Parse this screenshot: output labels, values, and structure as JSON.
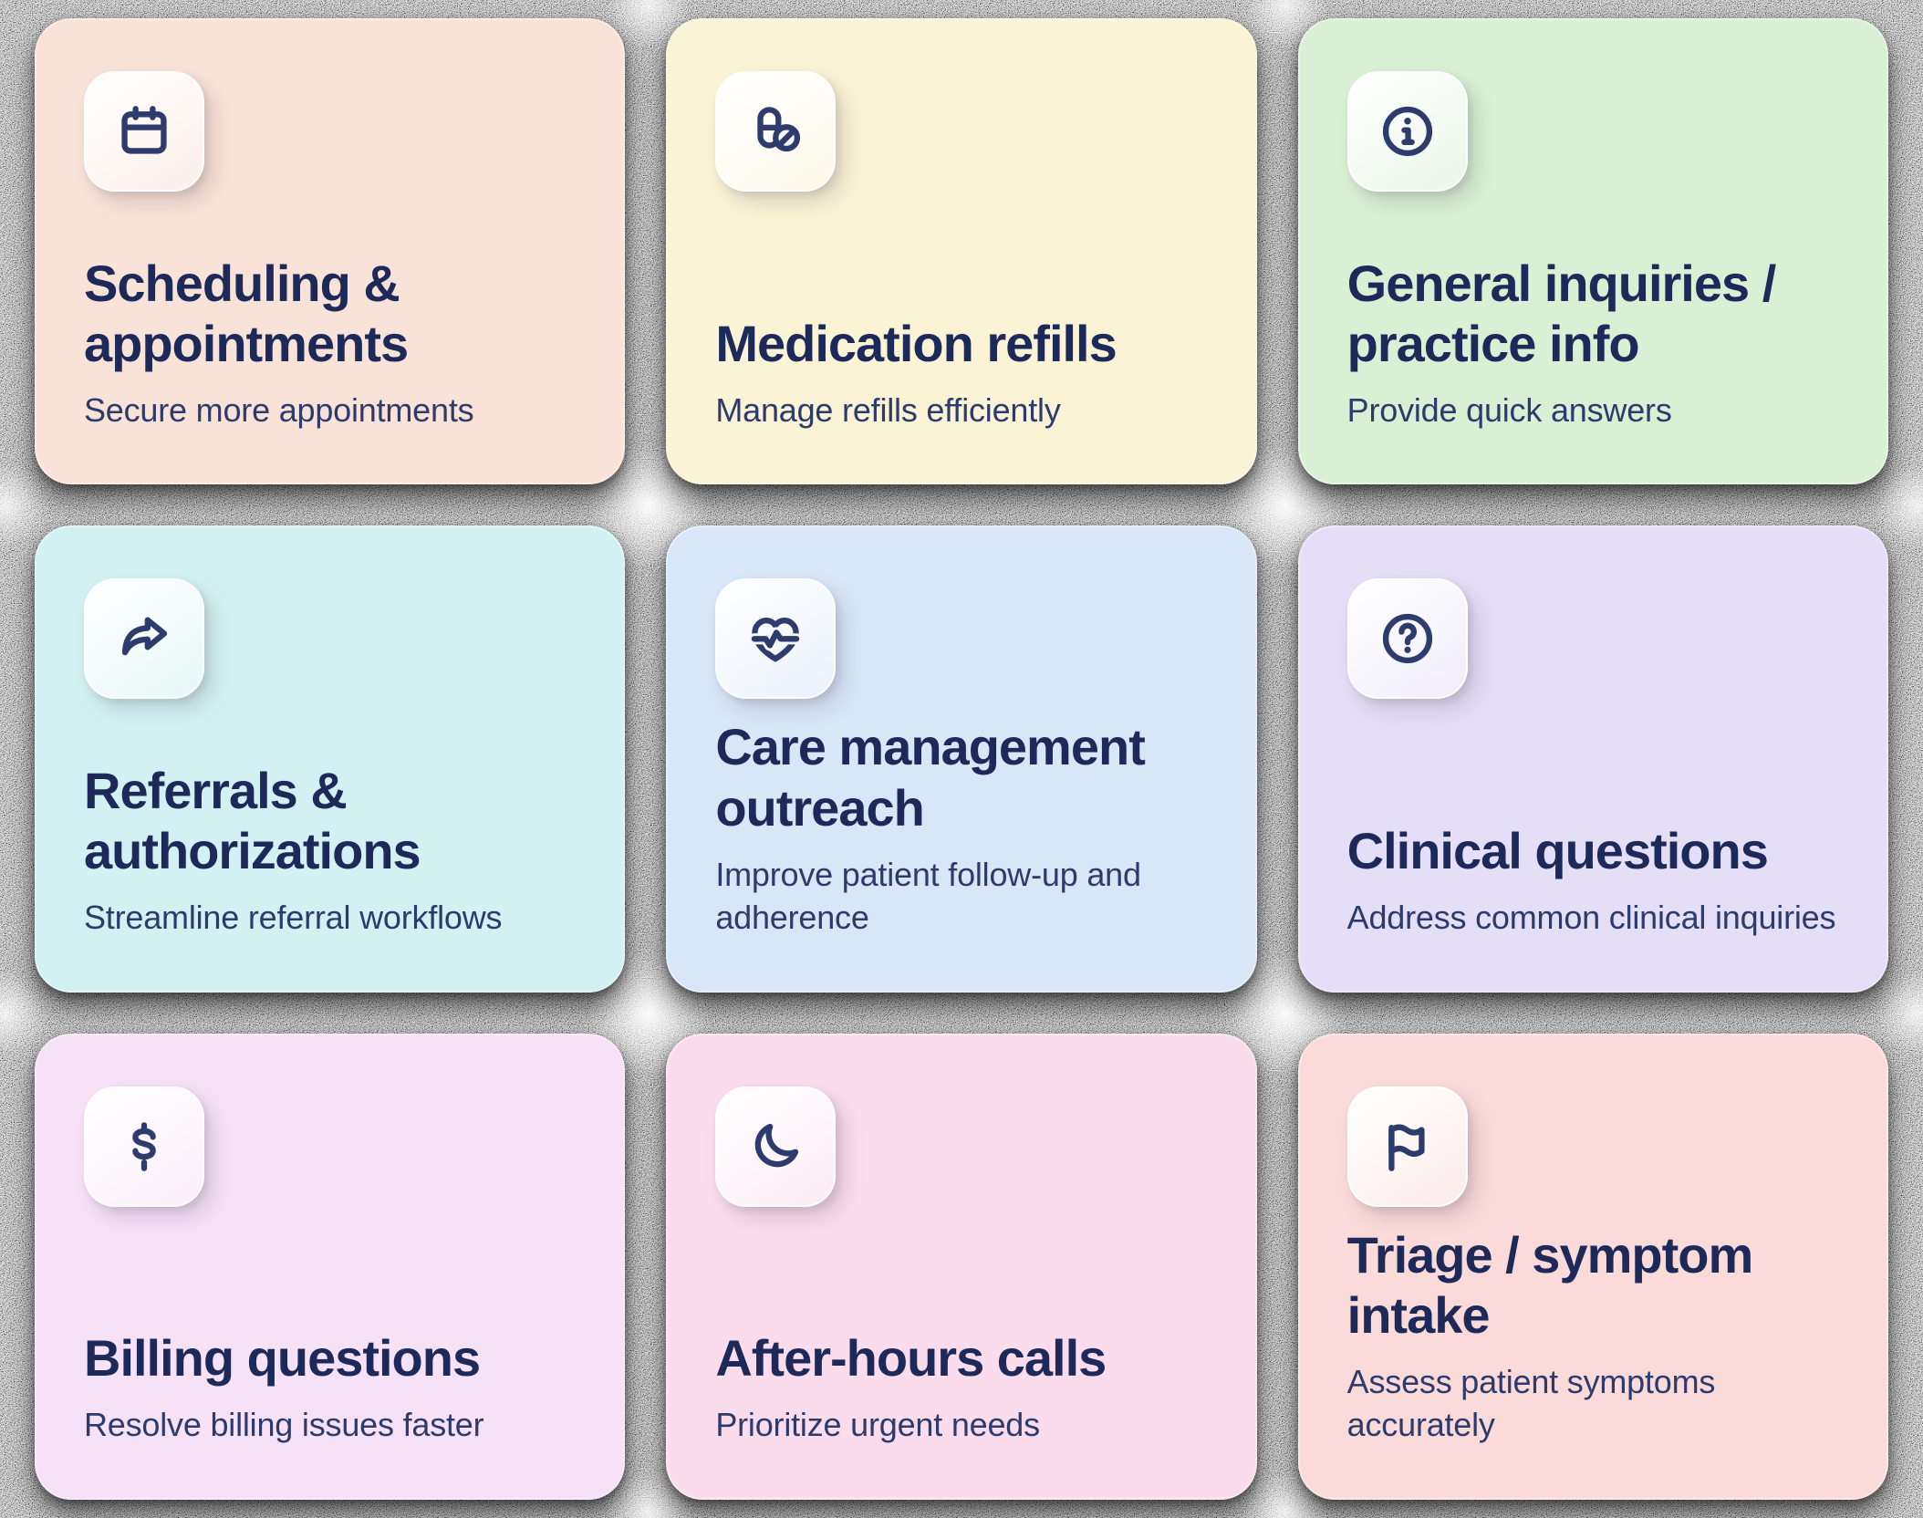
{
  "page": {
    "description": "Grid of nine pastel feature cards for a medical practice phone/AI assistant",
    "columns": 3,
    "rows": 3
  },
  "colors": {
    "title": "#1d2a59",
    "subtitle": "#2d3b6c",
    "icon": "#2e3c6d",
    "background": "#3c3c3c"
  },
  "cards": [
    {
      "id": "scheduling-appointments",
      "icon": "calendar-icon",
      "bg": "#f9e2d7",
      "title": "Scheduling & appointments",
      "subtitle": "Secure more appointments"
    },
    {
      "id": "medication-refills",
      "icon": "pill-icon",
      "bg": "#faf3d6",
      "title": "Medication refills",
      "subtitle": "Manage refills efficiently"
    },
    {
      "id": "general-inquiries",
      "icon": "info-icon",
      "bg": "#d9f0d4",
      "title": "General inquiries / practice info",
      "subtitle": "Provide quick answers"
    },
    {
      "id": "referrals-authorizations",
      "icon": "share-arrow-icon",
      "bg": "#d3f1f2",
      "title": "Referrals & authorizations",
      "subtitle": "Streamline referral workflows"
    },
    {
      "id": "care-management-outreach",
      "icon": "heart-pulse-icon",
      "bg": "#d8e6f8",
      "title": "Care management outreach",
      "subtitle": "Improve patient follow-up and adherence"
    },
    {
      "id": "clinical-questions",
      "icon": "question-mark-icon",
      "bg": "#e4def6",
      "title": "Clinical questions",
      "subtitle": "Address common clinical inquiries"
    },
    {
      "id": "billing-questions",
      "icon": "dollar-icon",
      "bg": "#f6e1f6",
      "title": "Billing questions",
      "subtitle": "Resolve billing issues faster"
    },
    {
      "id": "after-hours-calls",
      "icon": "moon-icon",
      "bg": "#fadcec",
      "title": "After-hours calls",
      "subtitle": "Prioritize urgent needs"
    },
    {
      "id": "triage-symptom-intake",
      "icon": "flag-icon",
      "bg": "#fbdbda",
      "title": "Triage / symptom intake",
      "subtitle": "Assess patient symptoms accurately"
    }
  ]
}
